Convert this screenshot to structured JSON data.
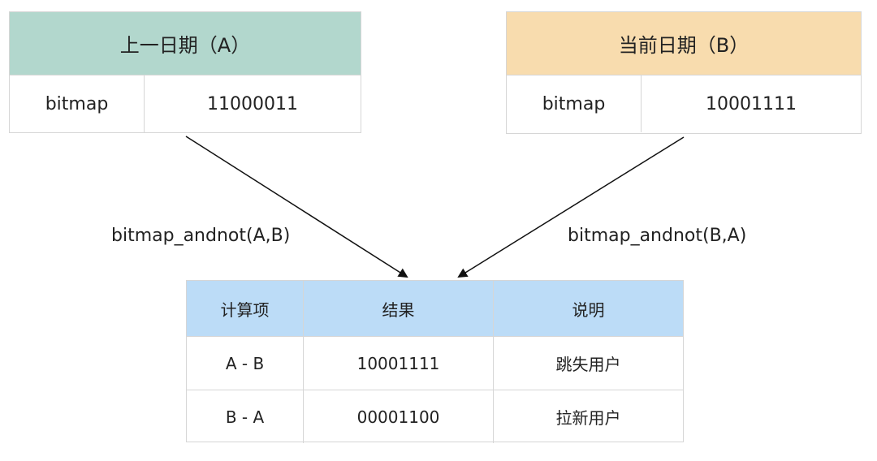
{
  "table_a": {
    "title": "上一日期（A）",
    "label": "bitmap",
    "value": "11000011",
    "header_color": "#b2d7cd"
  },
  "table_b": {
    "title": "当前日期（B）",
    "label": "bitmap",
    "value": "10001111",
    "header_color": "#f8dcae"
  },
  "operations": {
    "left": "bitmap_andnot(A,B)",
    "right": "bitmap_andnot(B,A)"
  },
  "result_table": {
    "header_color": "#bcdcf7",
    "columns": [
      "计算项",
      "结果",
      "说明"
    ],
    "rows": [
      [
        "A - B",
        "10001111",
        "跳失用户"
      ],
      [
        "B - A",
        "00001100",
        "拉新用户"
      ]
    ]
  }
}
